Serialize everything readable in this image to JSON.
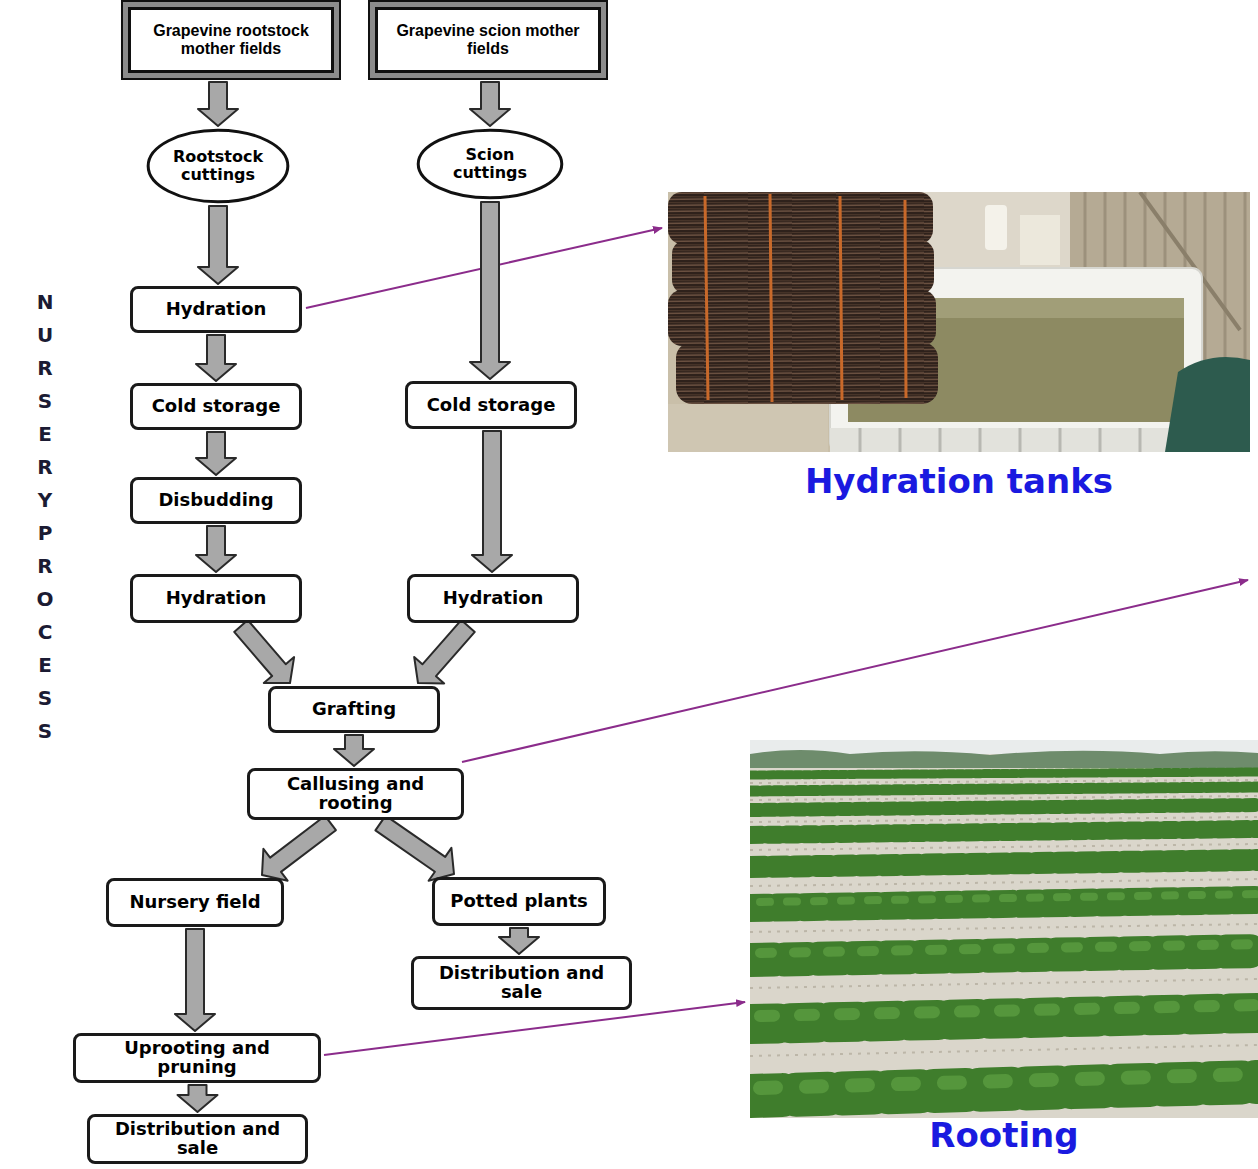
{
  "diagram": {
    "nodes": [
      {
        "text": [
          "Grapevine rootstock mother fields"
        ]
      },
      {
        "text": [
          "Grapevine scion mother fields"
        ]
      },
      {
        "text": [
          "Rootstock cuttings"
        ]
      },
      {
        "text": [
          "Scion cuttings"
        ]
      },
      {
        "text": [
          "NURSERY PROCESS"
        ]
      },
      {
        "text": [
          "Hydration"
        ],
        "in": 4
      },
      {
        "text": [
          "Cold storage"
        ],
        "in": 4
      },
      {
        "text": [
          "Cold storage"
        ],
        "in": 4
      },
      {
        "text": [
          "Disbudding"
        ],
        "in": 4
      },
      {
        "text": [
          "Hydration"
        ],
        "in": 4
      },
      {
        "text": [
          "Hydration"
        ],
        "in": 4
      },
      {
        "text": [
          "Grafting"
        ],
        "in": 4
      },
      {
        "text": [
          "Callusing and rooting"
        ],
        "in": 4
      },
      {
        "text": [
          "Nursery field"
        ]
      },
      {
        "text": [
          "Potted plants"
        ]
      },
      {
        "text": [
          "Distribution and sale"
        ]
      },
      {
        "text": [
          "Uprooting and pruning"
        ]
      },
      {
        "text": [
          "Distribution and sale"
        ]
      }
    ],
    "edges": [
      {
        "from": 0,
        "to": 2,
        "arrow": "to"
      },
      {
        "from": 1,
        "to": 3,
        "arrow": "to"
      },
      {
        "from": 2,
        "to": 5,
        "arrow": "to"
      },
      {
        "from": 5,
        "to": 6,
        "arrow": "to"
      },
      {
        "from": 6,
        "to": 8,
        "arrow": "to"
      },
      {
        "from": 8,
        "to": 9,
        "arrow": "to"
      },
      {
        "from": 3,
        "to": 7,
        "arrow": "to"
      },
      {
        "from": 7,
        "to": 10,
        "arrow": "to"
      },
      {
        "from": 9,
        "to": 11,
        "arrow": "to"
      },
      {
        "from": 10,
        "to": 11,
        "arrow": "to"
      },
      {
        "from": 11,
        "to": 12,
        "arrow": "to"
      },
      {
        "from": 12,
        "to": 13,
        "arrow": "to"
      },
      {
        "from": 12,
        "to": 14,
        "arrow": "to"
      },
      {
        "from": 13,
        "to": 16,
        "arrow": "to"
      },
      {
        "from": 14,
        "to": 15,
        "arrow": "to"
      },
      {
        "from": 16,
        "to": 17,
        "arrow": "to"
      }
    ],
    "labels": [
      "Hydration tanks",
      "Rooting"
    ]
  }
}
